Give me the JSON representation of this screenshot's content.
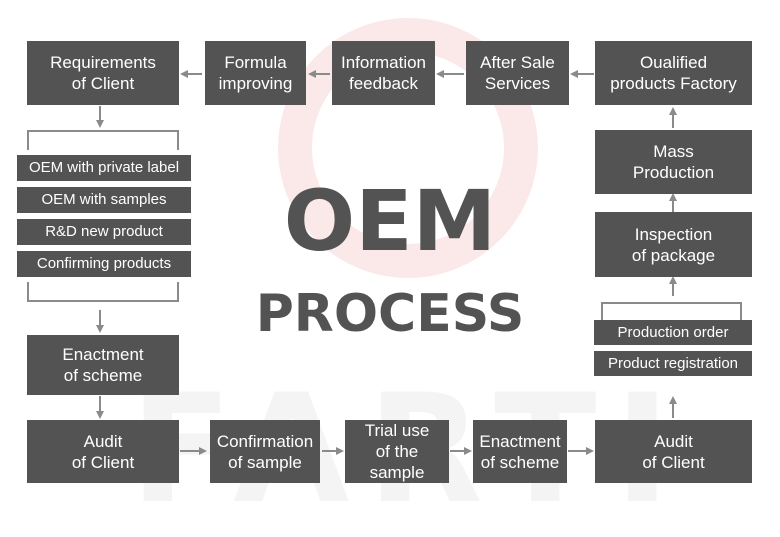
{
  "title": {
    "line1": "OEM",
    "line2": "PROCESS"
  },
  "watermark": "FARTI",
  "boxes": {
    "requirements": "Requirements\nof Client",
    "formula": "Formula\nimproving",
    "information": "Information\nfeedback",
    "after_sale": "After Sale\nServices",
    "qualified": "Oualified\nproducts Factory",
    "mass": "Mass\nProduction",
    "inspection": "Inspection\nof package",
    "enactment_left": "Enactment\nof scheme",
    "audit_left": "Audit\nof Client",
    "confirmation": "Confirmation\nof sample",
    "trial": "Trial use\nof the sample",
    "enactment_bottom": "Enactment\nof scheme",
    "audit_right": "Audit\nof Client"
  },
  "left_options": [
    "OEM with private label",
    "OEM with samples",
    "R&D new product",
    "Confirming products"
  ],
  "right_options": [
    "Production order",
    "Product registration"
  ],
  "colors": {
    "box": "#535353",
    "text": "#ffffff",
    "watermark_ring": "#fbe9e9",
    "watermark_text": "#f4f4f4",
    "connector": "#8a8a8a"
  }
}
